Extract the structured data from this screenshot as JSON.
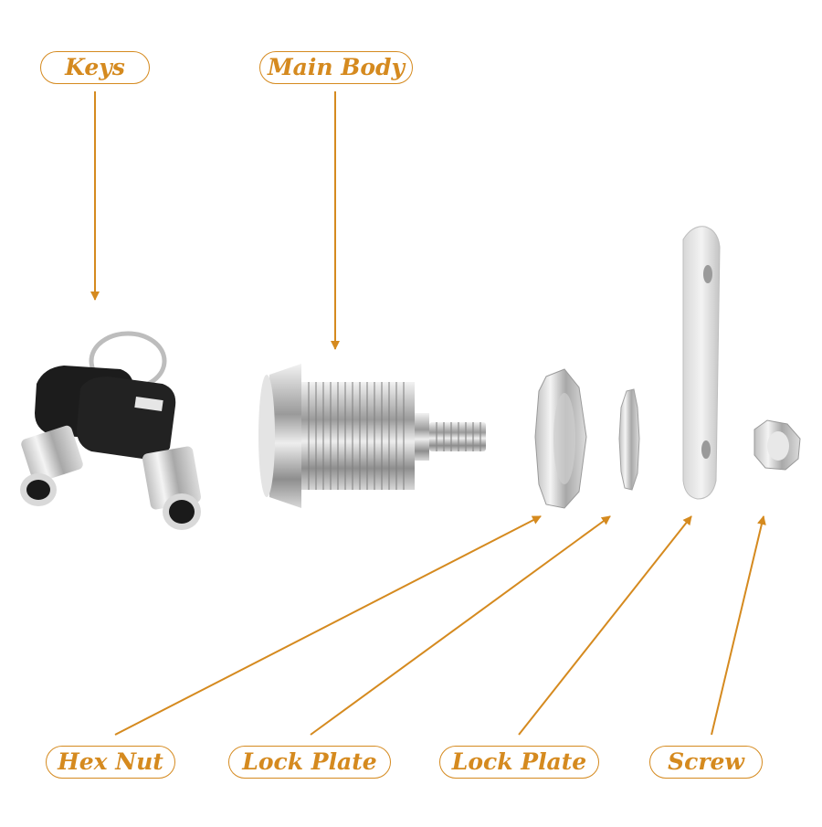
{
  "labels": {
    "keys": "Keys",
    "main_body": "Main Body",
    "hex_nut": "Hex Nut",
    "lock_plate_1": "Lock Plate",
    "lock_plate_2": "Lock Plate",
    "screw": "Screw"
  },
  "colors": {
    "accent": "#d58a1f",
    "key_black": "#1c1c1c",
    "chrome": "#c8c8c8",
    "background": "#ffffff"
  }
}
